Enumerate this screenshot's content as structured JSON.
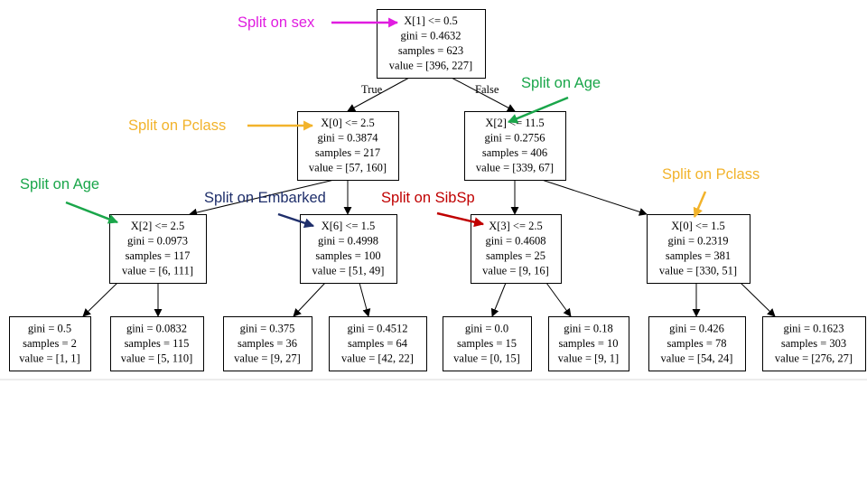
{
  "colors": {
    "magenta": "#e01ce0",
    "orange": "#f2b32b",
    "green": "#1aa64a",
    "navy": "#1f2f6b",
    "red": "#c00000"
  },
  "tree": {
    "nodes": [
      {
        "id": "n0",
        "lines": [
          "X[1] <= 0.5",
          "gini = 0.4632",
          "samples = 623",
          "value = [396, 227]"
        ]
      },
      {
        "id": "n1",
        "lines": [
          "X[0] <= 2.5",
          "gini = 0.3874",
          "samples = 217",
          "value = [57, 160]"
        ]
      },
      {
        "id": "n2",
        "lines": [
          "X[2] <= 11.5",
          "gini = 0.2756",
          "samples = 406",
          "value = [339, 67]"
        ]
      },
      {
        "id": "n3",
        "lines": [
          "X[2] <= 2.5",
          "gini = 0.0973",
          "samples = 117",
          "value = [6, 111]"
        ]
      },
      {
        "id": "n4",
        "lines": [
          "X[6] <= 1.5",
          "gini = 0.4998",
          "samples = 100",
          "value = [51, 49]"
        ]
      },
      {
        "id": "n5",
        "lines": [
          "X[3] <= 2.5",
          "gini = 0.4608",
          "samples = 25",
          "value = [9, 16]"
        ]
      },
      {
        "id": "n6",
        "lines": [
          "X[0] <= 1.5",
          "gini = 0.2319",
          "samples = 381",
          "value = [330, 51]"
        ]
      },
      {
        "id": "l1",
        "lines": [
          "gini = 0.5",
          "samples = 2",
          "value = [1, 1]"
        ]
      },
      {
        "id": "l2",
        "lines": [
          "gini = 0.0832",
          "samples = 115",
          "value = [5, 110]"
        ]
      },
      {
        "id": "l3",
        "lines": [
          "gini = 0.375",
          "samples = 36",
          "value = [9, 27]"
        ]
      },
      {
        "id": "l4",
        "lines": [
          "gini = 0.4512",
          "samples = 64",
          "value = [42, 22]"
        ]
      },
      {
        "id": "l5",
        "lines": [
          "gini = 0.0",
          "samples = 15",
          "value = [0, 15]"
        ]
      },
      {
        "id": "l6",
        "lines": [
          "gini = 0.18",
          "samples = 10",
          "value = [9, 1]"
        ]
      },
      {
        "id": "l7",
        "lines": [
          "gini = 0.426",
          "samples = 78",
          "value = [54, 24]"
        ]
      },
      {
        "id": "l8",
        "lines": [
          "gini = 0.1623",
          "samples = 303",
          "value = [276, 27]"
        ]
      }
    ],
    "edges": [
      {
        "from": "n0",
        "to": "n1",
        "label": "True"
      },
      {
        "from": "n0",
        "to": "n2",
        "label": "False"
      },
      {
        "from": "n1",
        "to": "n3",
        "label": ""
      },
      {
        "from": "n1",
        "to": "n4",
        "label": ""
      },
      {
        "from": "n2",
        "to": "n5",
        "label": ""
      },
      {
        "from": "n2",
        "to": "n6",
        "label": ""
      },
      {
        "from": "n3",
        "to": "l1",
        "label": ""
      },
      {
        "from": "n3",
        "to": "l2",
        "label": ""
      },
      {
        "from": "n4",
        "to": "l3",
        "label": ""
      },
      {
        "from": "n4",
        "to": "l4",
        "label": ""
      },
      {
        "from": "n5",
        "to": "l5",
        "label": ""
      },
      {
        "from": "n5",
        "to": "l6",
        "label": ""
      },
      {
        "from": "n6",
        "to": "l7",
        "label": ""
      },
      {
        "from": "n6",
        "to": "l8",
        "label": ""
      }
    ]
  },
  "annotations": [
    {
      "id": "a-sex",
      "text": "Split on sex",
      "color": "magenta",
      "target": "n0"
    },
    {
      "id": "a-pclass-1",
      "text": "Split on Pclass",
      "color": "orange",
      "target": "n1"
    },
    {
      "id": "a-age-1",
      "text": "Split on Age",
      "color": "green",
      "target": "n2"
    },
    {
      "id": "a-age-2",
      "text": "Split on Age",
      "color": "green",
      "target": "n3"
    },
    {
      "id": "a-embarked",
      "text": "Split on Embarked",
      "color": "navy",
      "target": "n4"
    },
    {
      "id": "a-sibsp",
      "text": "Split on SibSp",
      "color": "red",
      "target": "n5"
    },
    {
      "id": "a-pclass-2",
      "text": "Split on Pclass",
      "color": "orange",
      "target": "n6"
    }
  ]
}
